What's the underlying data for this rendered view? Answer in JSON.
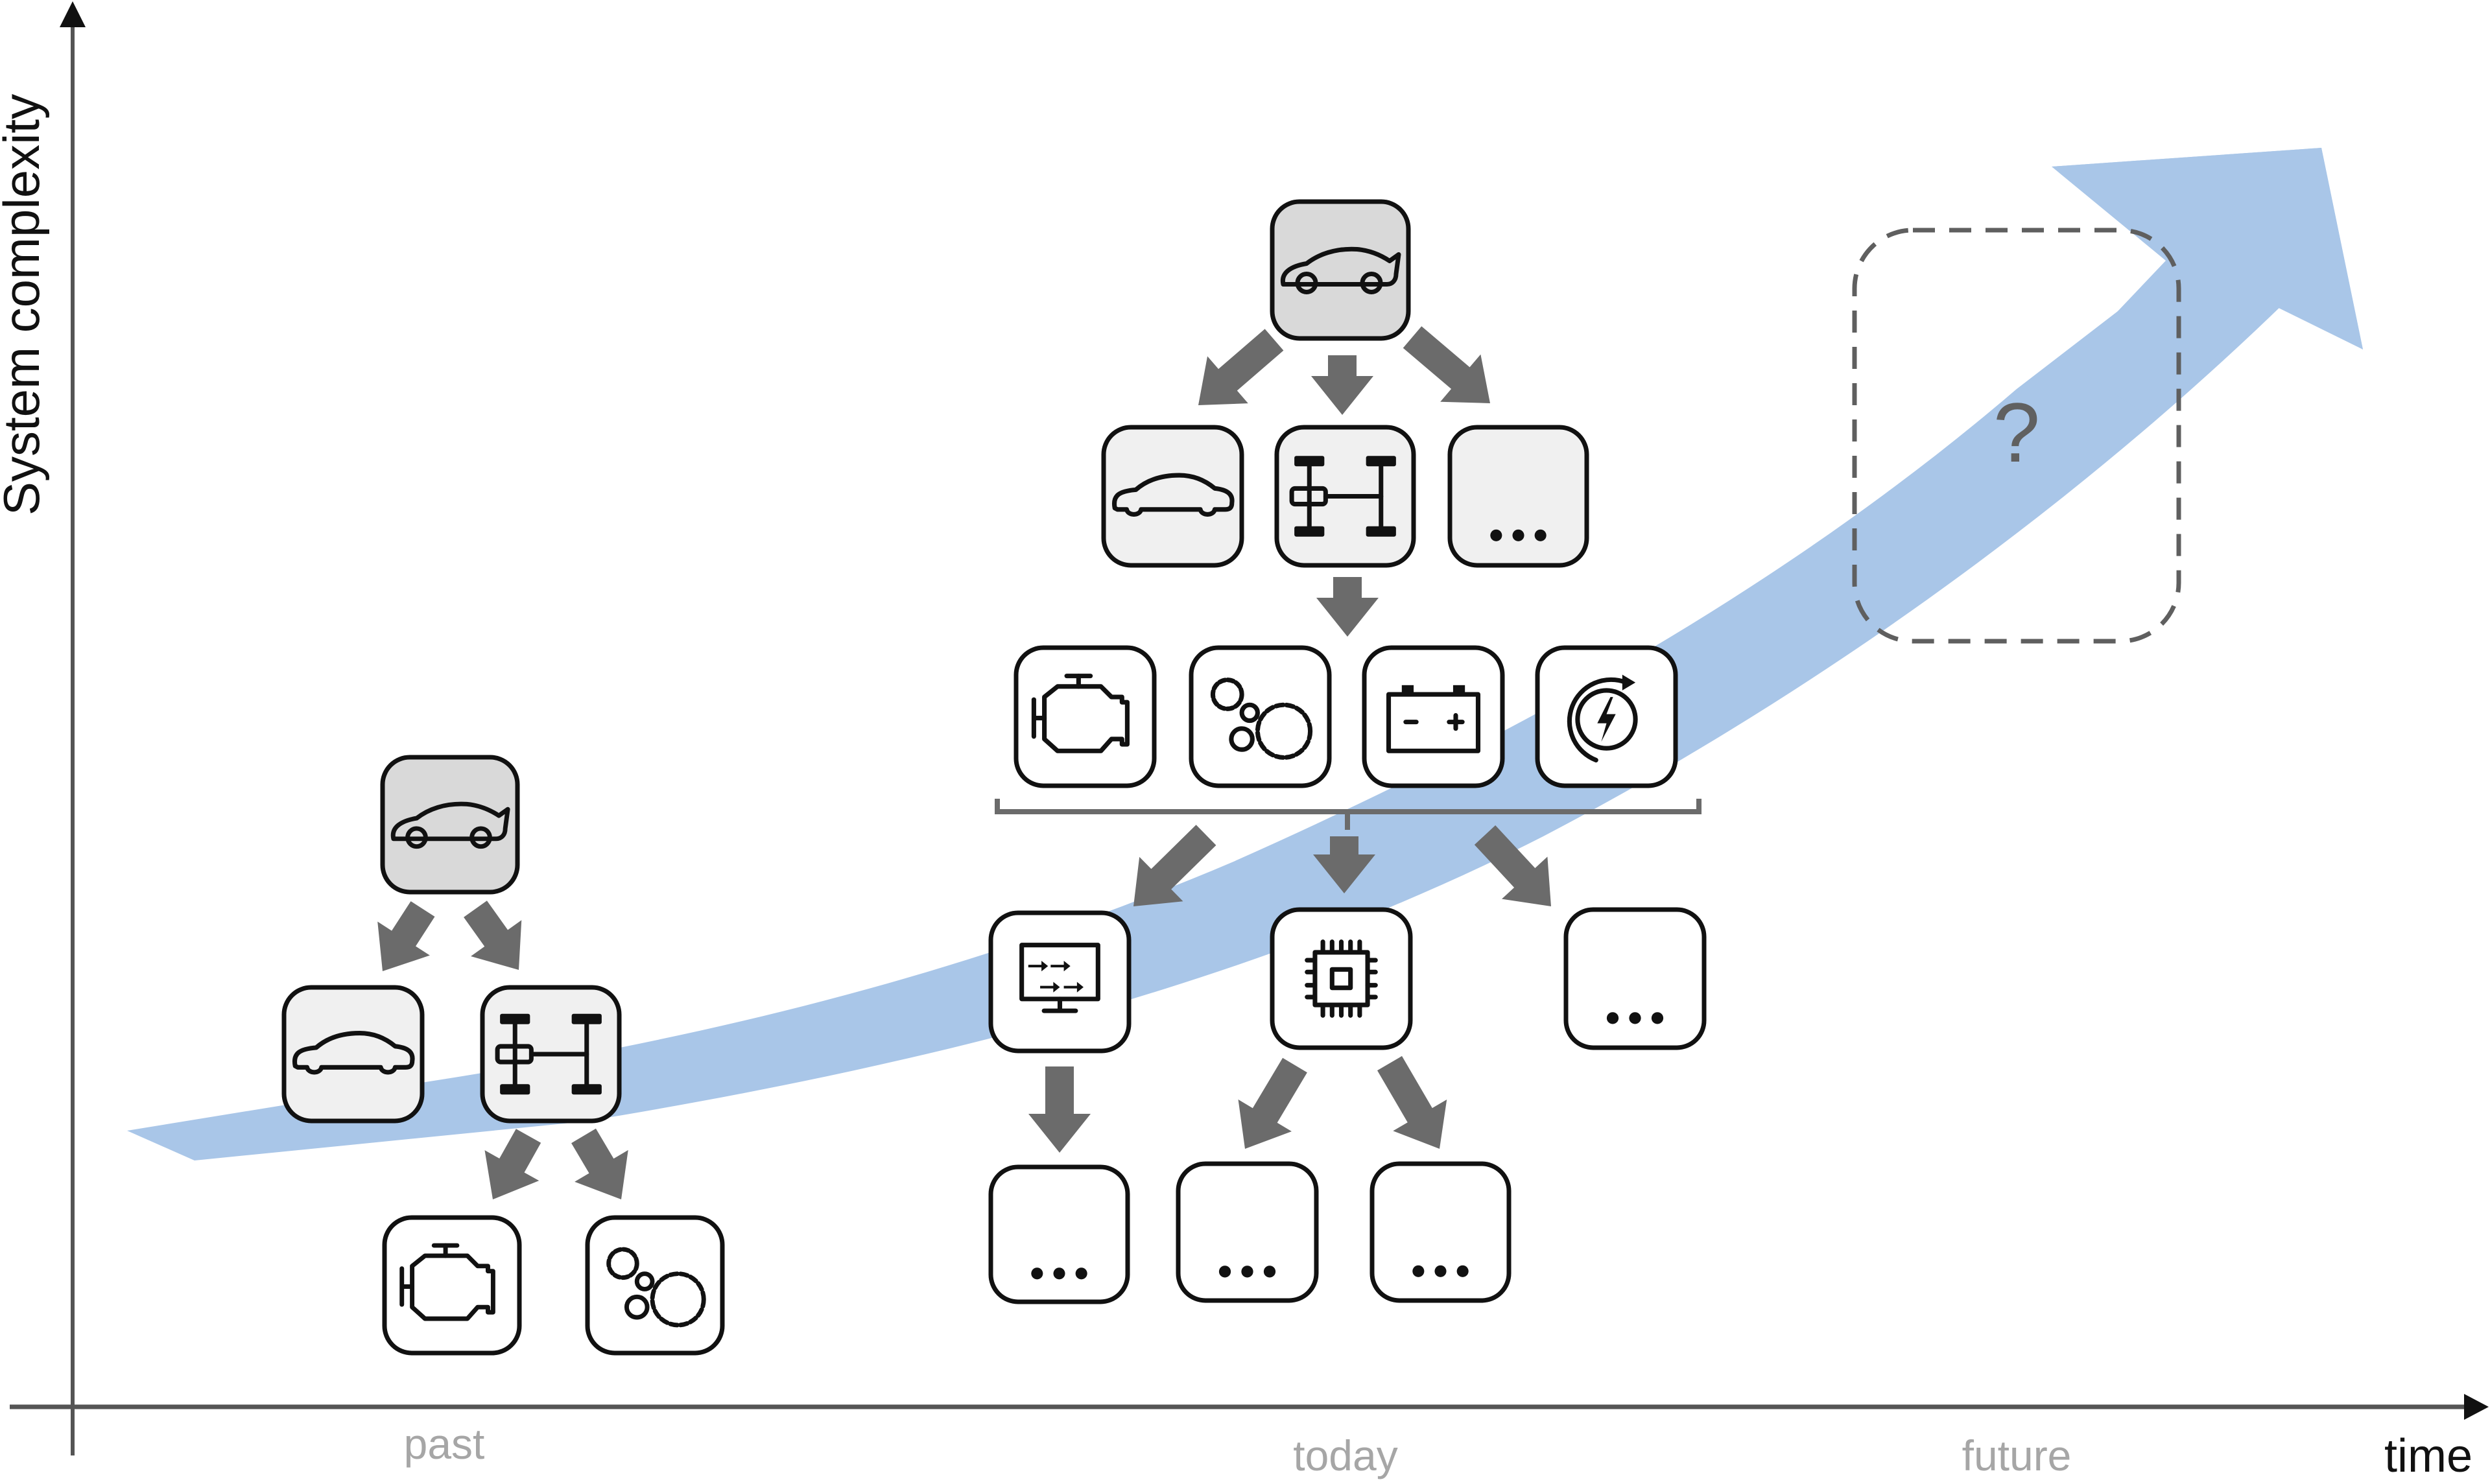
{
  "figure": {
    "y_axis_label": "System complexity",
    "x_axis_label": "time",
    "eras": [
      {
        "id": "past",
        "label": "past"
      },
      {
        "id": "today",
        "label": "today"
      },
      {
        "id": "future",
        "label": "future"
      }
    ],
    "future_placeholder": "?",
    "ellipsis": "...",
    "colors": {
      "trend_arrow": "#a9c6e8",
      "flow_arrow": "#6b6b6b",
      "root_box_fill": "#d9d9d9",
      "level1_box_fill": "#f0f0f0",
      "leaf_box_fill": "#ffffff",
      "axis": "#555555",
      "era_label": "#a6a6a6",
      "dashed_box": "#5f5f5f"
    }
  },
  "trees": {
    "past": {
      "root": {
        "icon": "sports-car-icon",
        "name": "vehicle"
      },
      "level1": [
        {
          "icon": "sedan-icon",
          "name": "body"
        },
        {
          "icon": "chassis-drivetrain-icon",
          "name": "powertrain"
        }
      ],
      "level2": [
        {
          "icon": "engine-icon",
          "name": "engine"
        },
        {
          "icon": "gears-icon",
          "name": "transmission"
        }
      ]
    },
    "today": {
      "root": {
        "icon": "sports-car-icon",
        "name": "vehicle"
      },
      "level1": [
        {
          "icon": "sedan-icon",
          "name": "body"
        },
        {
          "icon": "chassis-drivetrain-icon",
          "name": "powertrain"
        },
        {
          "icon": "ellipsis",
          "name": "more"
        }
      ],
      "level2": [
        {
          "icon": "engine-icon",
          "name": "engine"
        },
        {
          "icon": "gears-icon",
          "name": "transmission"
        },
        {
          "icon": "battery-icon",
          "name": "battery"
        },
        {
          "icon": "electric-motor-icon",
          "name": "electric-motor"
        }
      ],
      "level3": [
        {
          "icon": "monitor-software-icon",
          "name": "software"
        },
        {
          "icon": "microchip-icon",
          "name": "electronics"
        },
        {
          "icon": "ellipsis",
          "name": "more"
        }
      ],
      "level4": [
        {
          "icon": "ellipsis",
          "name": "more"
        },
        {
          "icon": "ellipsis",
          "name": "more"
        },
        {
          "icon": "ellipsis",
          "name": "more"
        }
      ]
    }
  }
}
